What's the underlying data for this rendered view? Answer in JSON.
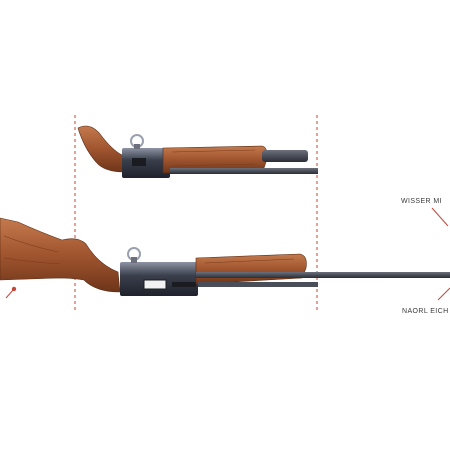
{
  "diagram": {
    "background": "#ffffff",
    "colors": {
      "wood": "#a0552f",
      "wood_dark": "#6e3519",
      "wood_light": "#c47a4d",
      "metal": "#2b2f3a",
      "metal_light": "#8d93a3",
      "barrel": "#3a3d46",
      "guide_line": "#d8614a",
      "callout_line": "#c2483c"
    },
    "callouts": {
      "top": "WISSER MI",
      "bottom": "NAORL EICH"
    },
    "icons": [
      "upper-rifle-action",
      "lower-rifle-full",
      "dashed-guide-lines",
      "callout-pointers"
    ]
  }
}
